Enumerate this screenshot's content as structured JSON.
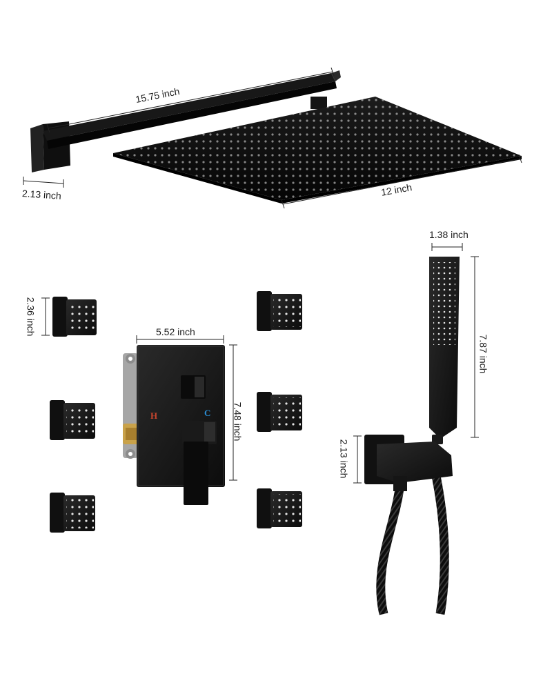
{
  "dimensions": {
    "arm_length": "15.75 inch",
    "arm_flange": "2.13 inch",
    "head_width": "12 inch",
    "body_jet_height": "2.36 inch",
    "valve_width": "5.52 inch",
    "valve_height": "7.48 inch",
    "handshower_width": "1.38 inch",
    "handshower_length": "7.87 inch",
    "holder_height": "2.13 inch"
  },
  "valve": {
    "hot_label": "H",
    "cold_label": "C"
  },
  "colors": {
    "finish": "#141414",
    "brass": "#c9a24a",
    "bracket": "#9a9a9a",
    "hot": "#c8452e",
    "cold": "#2b8fd6"
  }
}
